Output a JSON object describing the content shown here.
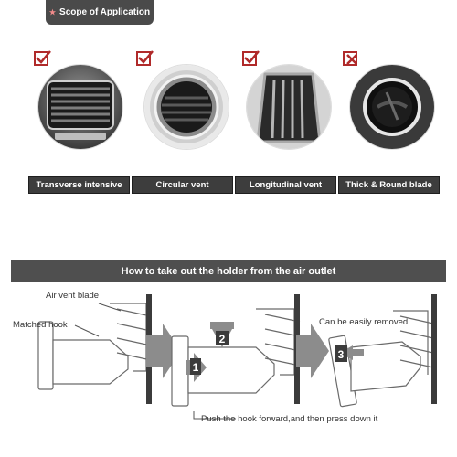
{
  "scope": {
    "title": "Scope of Application"
  },
  "vents": [
    {
      "label": "Transverse intensive",
      "check": "ok"
    },
    {
      "label": "Circular vent",
      "check": "ok"
    },
    {
      "label": "Longitudinal vent",
      "check": "ok"
    },
    {
      "label": "Thick & Round blade",
      "check": "no"
    }
  ],
  "howto": {
    "title": "How to take out the holder from the air outlet",
    "air_vent_blade": "Air vent blade",
    "matched_hook": "Matched hook",
    "easily_removed": "Can be easily removed",
    "push_instruction": "Push the hook forward,and then press down it",
    "step1": "1",
    "step2": "2",
    "step3": "3"
  },
  "colors": {
    "accent_red": "#b02a2a",
    "dark_bar": "#3d3d3d",
    "arrow_gray": "#8c8c8c"
  }
}
